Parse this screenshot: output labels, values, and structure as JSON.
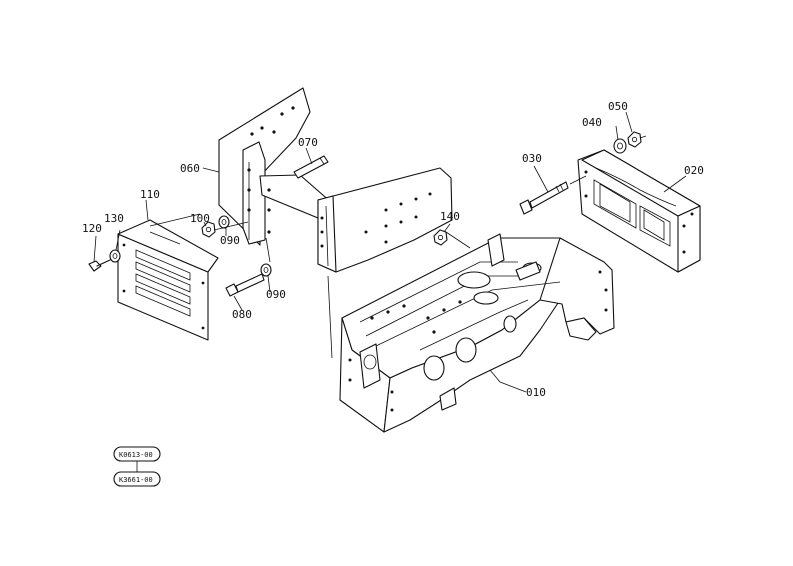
{
  "diagram": {
    "part_labels": {
      "p010": "010",
      "p020": "020",
      "p030": "030",
      "p040": "040",
      "p050": "050",
      "p060": "060",
      "p070": "070",
      "p080": "080",
      "p090a": "090",
      "p090b": "090",
      "p100": "100",
      "p110": "110",
      "p120": "120",
      "p130": "130",
      "p140": "140"
    },
    "stamps": {
      "top": "K0613-00",
      "bottom": "K3661-00"
    }
  }
}
